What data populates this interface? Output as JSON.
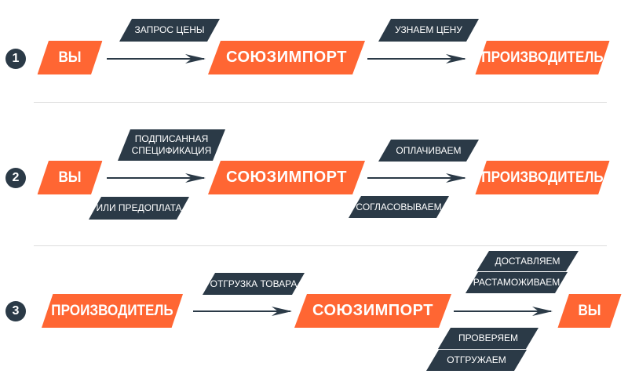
{
  "colors": {
    "accent": "#ff6633",
    "dark": "#2b3a47"
  },
  "rows": [
    {
      "number": "1",
      "from": "ВЫ",
      "middle": "СОЮЗИМПОРТ",
      "to": "ПРОИЗВОДИТЕЛЬ",
      "tags": [
        "ЗАПРОС ЦЕНЫ",
        "УЗНАЕМ ЦЕНУ"
      ]
    },
    {
      "number": "2",
      "from": "ВЫ",
      "middle": "СОЮЗИМПОРТ",
      "to": "ПРОИЗВОДИТЕЛЬ",
      "tags": [
        "ПОДПИСАННАЯ СПЕЦИФИКАЦИЯ",
        "ИЛИ ПРЕДОПЛАТА",
        "ОПЛАЧИВАЕМ",
        "СОГЛАСОВЫВАЕМ"
      ]
    },
    {
      "number": "3",
      "from": "ПРОИЗВОДИТЕЛЬ",
      "middle": "СОЮЗИМПОРТ",
      "to": "ВЫ",
      "tags": [
        "ОТГРУЗКА ТОВАРА",
        "ДОСТАВЛЯЕМ",
        "РАСТАМОЖИВАЕМ",
        "ПРОВЕРЯЕМ",
        "ОТГРУЖАЕМ"
      ]
    }
  ]
}
